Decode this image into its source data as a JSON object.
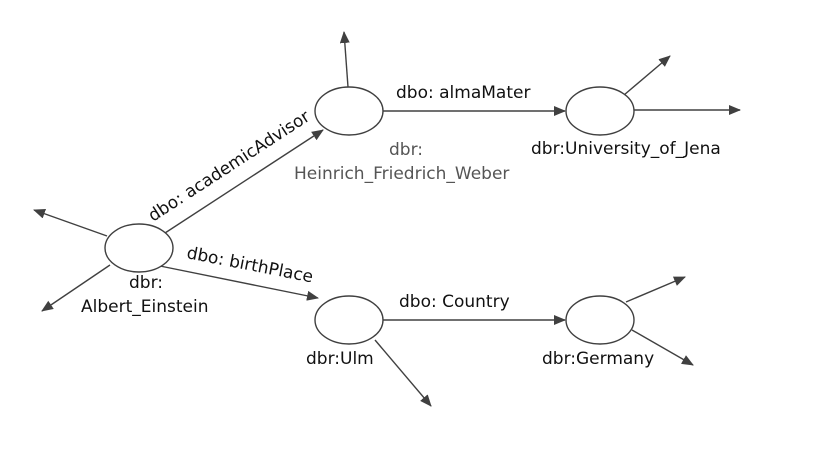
{
  "nodes": {
    "einstein": {
      "line1": "dbr:",
      "line2": "Albert_Einstein"
    },
    "weber": {
      "line1": "dbr:",
      "line2": "Heinrich_Friedrich_Weber"
    },
    "jena": {
      "label": "dbr:University_of_Jena"
    },
    "ulm": {
      "label": "dbr:Ulm"
    },
    "germany": {
      "label": "dbr:Germany"
    }
  },
  "edges": {
    "academic_advisor": "dbo: academicAdvisor",
    "alma_mater": "dbo: almaMater",
    "birth_place": "dbo: birthPlace",
    "country": "dbo: Country"
  },
  "colors": {
    "stroke": "#404040",
    "text": "#111111"
  }
}
